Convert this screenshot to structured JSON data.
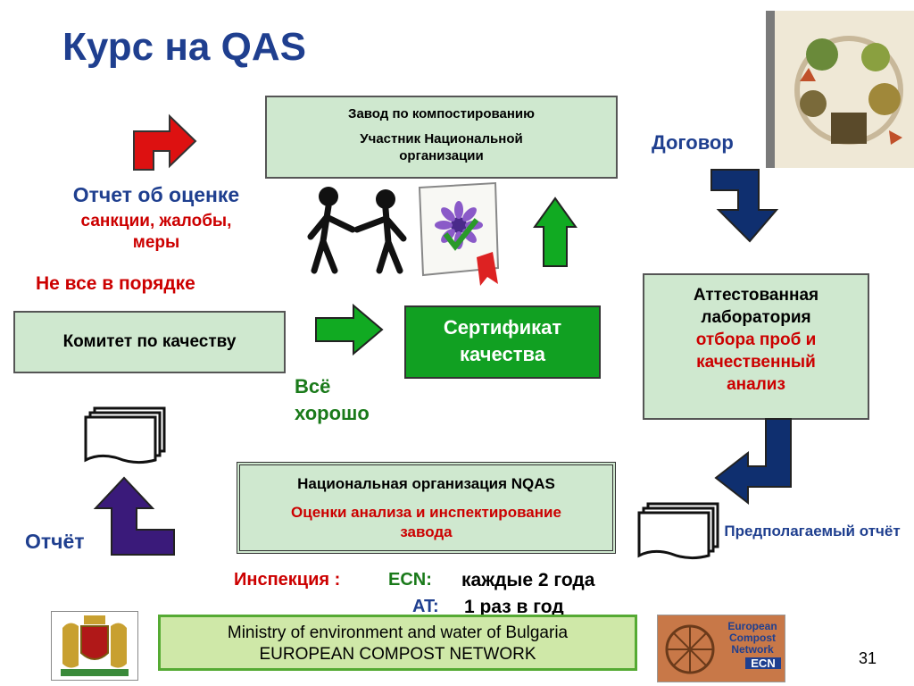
{
  "title": "Курс на QAS",
  "plant": {
    "line1": "Завод по компостированию",
    "line2": "Участник Национальной организации"
  },
  "contract": "Договор",
  "report_eval": {
    "title": "Отчет об оценке",
    "sub": "санкции, жалобы, меры"
  },
  "not_ok": "Не все в порядке",
  "committee": "Комитет по качеству",
  "certificate": "Сертификат качества",
  "all_good": "Всё хорошо",
  "lab": {
    "line1": "Аттестованная лаборатория",
    "line2": "отбора проб и качественный анализ"
  },
  "nqas": {
    "line1": "Национальная организация NQAS",
    "line2": "Оценки анализа и инспектирование завода"
  },
  "report": "Отчёт",
  "expected_report": "Предполагаемый отчёт",
  "inspection": {
    "label": "Инспекция :",
    "ecn_label": "ECN:",
    "ecn_value": "каждые 2 года",
    "at_label": "AT:",
    "at_value": "1 раз в год"
  },
  "footer": {
    "line1": "Ministry of environment and water of Bulgaria",
    "line2": "EUROPEAN COMPOST NETWORK"
  },
  "ecn_logo": {
    "line1": "European",
    "line2": "Compost",
    "line3": "Network",
    "line4": "ECN"
  },
  "page_number": "31",
  "colors": {
    "title": "#1f3f8f",
    "red": "#cc0000",
    "green": "#1a9a1a",
    "navy": "#0f2f6f",
    "purple": "#3a1a7a",
    "box": "#cfe8cf"
  }
}
